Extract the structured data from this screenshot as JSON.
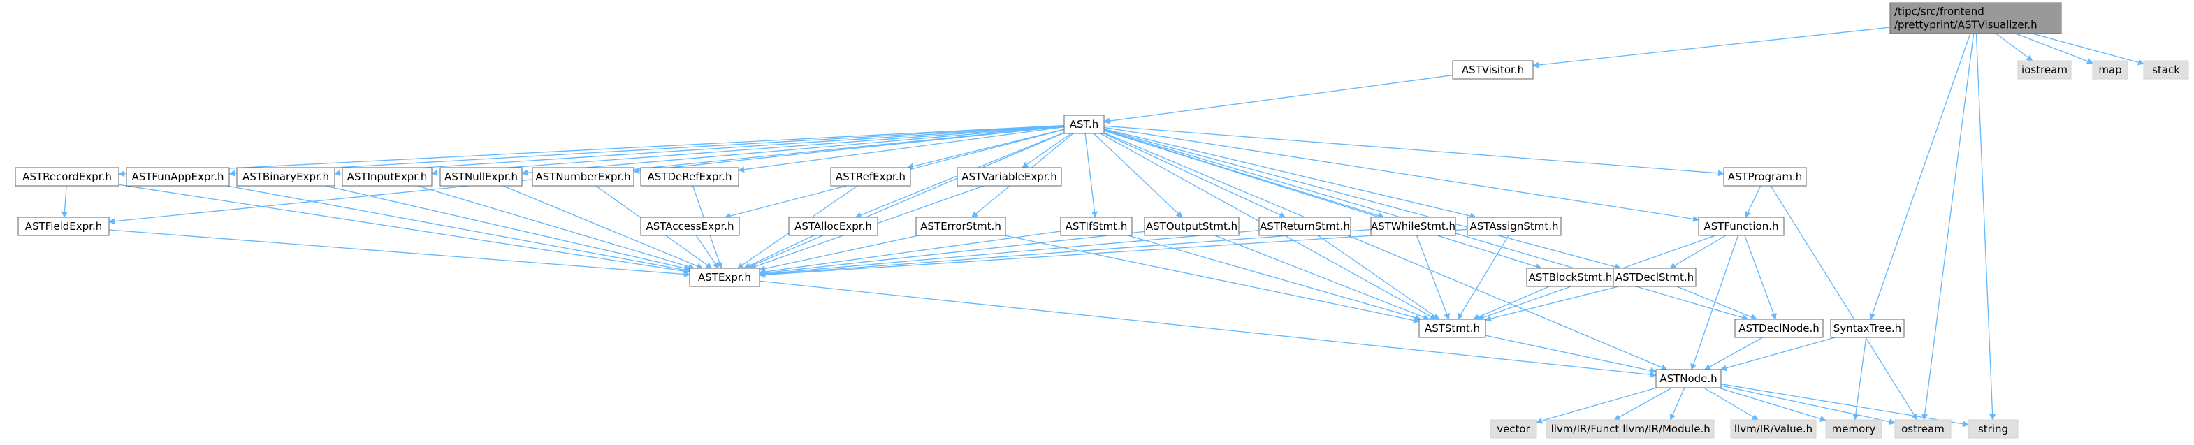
{
  "colors": {
    "root_fill": "#999999",
    "root_stroke": "#666666",
    "node_fill": "#ffffff",
    "node_stroke": "#666666",
    "external_fill": "#e0e0e0",
    "external_stroke": "#d3d3d3",
    "edge": "#63b8ff",
    "text": "#000000"
  },
  "nodes": [
    {
      "id": "root",
      "kind": "root",
      "lines": [
        "/tipc/src/frontend",
        "/prettyprint/ASTVisualizer.h"
      ]
    },
    {
      "id": "astvisitor",
      "kind": "file",
      "lines": [
        "ASTVisitor.h"
      ]
    },
    {
      "id": "ast",
      "kind": "file",
      "lines": [
        "AST.h"
      ]
    },
    {
      "id": "iostream",
      "kind": "external",
      "lines": [
        "iostream"
      ]
    },
    {
      "id": "map",
      "kind": "external",
      "lines": [
        "map"
      ]
    },
    {
      "id": "stack",
      "kind": "external",
      "lines": [
        "stack"
      ]
    },
    {
      "id": "recordexpr",
      "kind": "file",
      "lines": [
        "ASTRecordExpr.h"
      ]
    },
    {
      "id": "funappexpr",
      "kind": "file",
      "lines": [
        "ASTFunAppExpr.h"
      ]
    },
    {
      "id": "binaryexpr",
      "kind": "file",
      "lines": [
        "ASTBinaryExpr.h"
      ]
    },
    {
      "id": "inputexpr",
      "kind": "file",
      "lines": [
        "ASTInputExpr.h"
      ]
    },
    {
      "id": "nullexpr",
      "kind": "file",
      "lines": [
        "ASTNullExpr.h"
      ]
    },
    {
      "id": "numberexpr",
      "kind": "file",
      "lines": [
        "ASTNumberExpr.h"
      ]
    },
    {
      "id": "derefexpr",
      "kind": "file",
      "lines": [
        "ASTDeRefExpr.h"
      ]
    },
    {
      "id": "refexpr",
      "kind": "file",
      "lines": [
        "ASTRefExpr.h"
      ]
    },
    {
      "id": "variableexpr",
      "kind": "file",
      "lines": [
        "ASTVariableExpr.h"
      ]
    },
    {
      "id": "program",
      "kind": "file",
      "lines": [
        "ASTProgram.h"
      ]
    },
    {
      "id": "fieldexpr",
      "kind": "file",
      "lines": [
        "ASTFieldExpr.h"
      ]
    },
    {
      "id": "accessexpr",
      "kind": "file",
      "lines": [
        "ASTAccessExpr.h"
      ]
    },
    {
      "id": "allocexpr",
      "kind": "file",
      "lines": [
        "ASTAllocExpr.h"
      ]
    },
    {
      "id": "errorstmt",
      "kind": "file",
      "lines": [
        "ASTErrorStmt.h"
      ]
    },
    {
      "id": "ifstmt",
      "kind": "file",
      "lines": [
        "ASTIfStmt.h"
      ]
    },
    {
      "id": "outputstmt",
      "kind": "file",
      "lines": [
        "ASTOutputStmt.h"
      ]
    },
    {
      "id": "returnstmt",
      "kind": "file",
      "lines": [
        "ASTReturnStmt.h"
      ]
    },
    {
      "id": "whilestmt",
      "kind": "file",
      "lines": [
        "ASTWhileStmt.h"
      ]
    },
    {
      "id": "assignstmt",
      "kind": "file",
      "lines": [
        "ASTAssignStmt.h"
      ]
    },
    {
      "id": "function",
      "kind": "file",
      "lines": [
        "ASTFunction.h"
      ]
    },
    {
      "id": "expr",
      "kind": "file",
      "lines": [
        "ASTExpr.h"
      ]
    },
    {
      "id": "blockstmt",
      "kind": "file",
      "lines": [
        "ASTBlockStmt.h"
      ]
    },
    {
      "id": "declstmt",
      "kind": "file",
      "lines": [
        "ASTDeclStmt.h"
      ]
    },
    {
      "id": "stmt",
      "kind": "file",
      "lines": [
        "ASTStmt.h"
      ]
    },
    {
      "id": "declnode",
      "kind": "file",
      "lines": [
        "ASTDeclNode.h"
      ]
    },
    {
      "id": "syntaxtree",
      "kind": "file",
      "lines": [
        "SyntaxTree.h"
      ]
    },
    {
      "id": "node",
      "kind": "file",
      "lines": [
        "ASTNode.h"
      ]
    },
    {
      "id": "vector",
      "kind": "external",
      "lines": [
        "vector"
      ]
    },
    {
      "id": "llvmfunction",
      "kind": "external",
      "lines": [
        "llvm/IR/Function.h"
      ]
    },
    {
      "id": "llvmmodule",
      "kind": "external",
      "lines": [
        "llvm/IR/Module.h"
      ]
    },
    {
      "id": "llvmvalue",
      "kind": "external",
      "lines": [
        "llvm/IR/Value.h"
      ]
    },
    {
      "id": "memory",
      "kind": "external",
      "lines": [
        "memory"
      ]
    },
    {
      "id": "ostream",
      "kind": "external",
      "lines": [
        "ostream"
      ]
    },
    {
      "id": "string",
      "kind": "external",
      "lines": [
        "string"
      ]
    }
  ],
  "edges": [
    [
      "root",
      "astvisitor"
    ],
    [
      "root",
      "iostream"
    ],
    [
      "root",
      "map"
    ],
    [
      "root",
      "stack"
    ],
    [
      "root",
      "syntaxtree"
    ],
    [
      "root",
      "ostream"
    ],
    [
      "root",
      "string"
    ],
    [
      "astvisitor",
      "ast"
    ],
    [
      "ast",
      "recordexpr"
    ],
    [
      "ast",
      "funappexpr"
    ],
    [
      "ast",
      "binaryexpr"
    ],
    [
      "ast",
      "inputexpr"
    ],
    [
      "ast",
      "nullexpr"
    ],
    [
      "ast",
      "numberexpr"
    ],
    [
      "ast",
      "derefexpr"
    ],
    [
      "ast",
      "refexpr"
    ],
    [
      "ast",
      "variableexpr"
    ],
    [
      "ast",
      "program"
    ],
    [
      "ast",
      "fieldexpr"
    ],
    [
      "ast",
      "accessexpr"
    ],
    [
      "ast",
      "allocexpr"
    ],
    [
      "ast",
      "errorstmt"
    ],
    [
      "ast",
      "ifstmt"
    ],
    [
      "ast",
      "outputstmt"
    ],
    [
      "ast",
      "returnstmt"
    ],
    [
      "ast",
      "whilestmt"
    ],
    [
      "ast",
      "assignstmt"
    ],
    [
      "ast",
      "function"
    ],
    [
      "ast",
      "expr"
    ],
    [
      "ast",
      "blockstmt"
    ],
    [
      "ast",
      "declstmt"
    ],
    [
      "ast",
      "stmt"
    ],
    [
      "ast",
      "declnode"
    ],
    [
      "ast",
      "node"
    ],
    [
      "recordexpr",
      "fieldexpr"
    ],
    [
      "recordexpr",
      "expr"
    ],
    [
      "funappexpr",
      "expr"
    ],
    [
      "binaryexpr",
      "expr"
    ],
    [
      "inputexpr",
      "expr"
    ],
    [
      "nullexpr",
      "expr"
    ],
    [
      "numberexpr",
      "expr"
    ],
    [
      "derefexpr",
      "expr"
    ],
    [
      "refexpr",
      "expr"
    ],
    [
      "variableexpr",
      "expr"
    ],
    [
      "fieldexpr",
      "expr"
    ],
    [
      "accessexpr",
      "expr"
    ],
    [
      "allocexpr",
      "expr"
    ],
    [
      "errorstmt",
      "expr"
    ],
    [
      "errorstmt",
      "stmt"
    ],
    [
      "ifstmt",
      "expr"
    ],
    [
      "ifstmt",
      "stmt"
    ],
    [
      "outputstmt",
      "expr"
    ],
    [
      "outputstmt",
      "stmt"
    ],
    [
      "returnstmt",
      "expr"
    ],
    [
      "returnstmt",
      "stmt"
    ],
    [
      "whilestmt",
      "expr"
    ],
    [
      "whilestmt",
      "stmt"
    ],
    [
      "assignstmt",
      "expr"
    ],
    [
      "assignstmt",
      "stmt"
    ],
    [
      "program",
      "function"
    ],
    [
      "program",
      "ostream"
    ],
    [
      "function",
      "declstmt"
    ],
    [
      "function",
      "stmt"
    ],
    [
      "function",
      "declnode"
    ],
    [
      "function",
      "node"
    ],
    [
      "expr",
      "node"
    ],
    [
      "blockstmt",
      "stmt"
    ],
    [
      "declstmt",
      "stmt"
    ],
    [
      "declstmt",
      "declnode"
    ],
    [
      "stmt",
      "node"
    ],
    [
      "declnode",
      "node"
    ],
    [
      "syntaxtree",
      "memory"
    ],
    [
      "syntaxtree",
      "node"
    ],
    [
      "node",
      "vector"
    ],
    [
      "node",
      "llvmfunction"
    ],
    [
      "node",
      "llvmmodule"
    ],
    [
      "node",
      "llvmvalue"
    ],
    [
      "node",
      "memory"
    ],
    [
      "node",
      "ostream"
    ],
    [
      "node",
      "string"
    ]
  ]
}
